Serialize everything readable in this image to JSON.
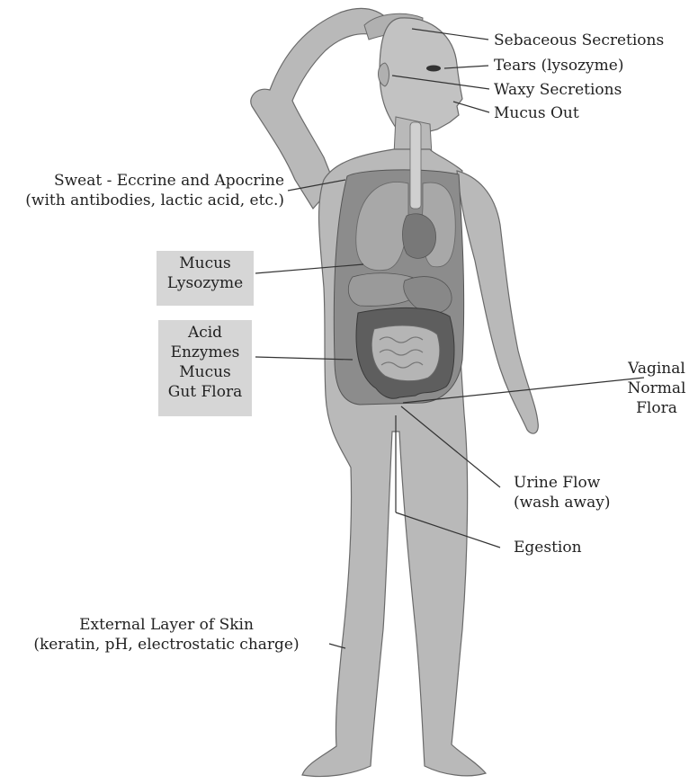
{
  "labels": {
    "sebaceous": "Sebaceous Secretions",
    "tears": "Tears (lysozyme)",
    "waxy": "Waxy Secretions",
    "mucus_out": "Mucus Out",
    "sweat_line1": "Sweat - Eccrine and Apocrine",
    "sweat_line2": "(with antibodies, lactic acid, etc.)",
    "vaginal_line1": "Vaginal",
    "vaginal_line2": "Normal",
    "vaginal_line3": "Flora",
    "urine_line1": "Urine Flow",
    "urine_line2": "(wash away)",
    "egestion": "Egestion",
    "skin_line1": "External Layer of Skin",
    "skin_line2": "(keratin, pH, electrostatic charge)"
  },
  "boxes": {
    "lung_box": [
      "Mucus",
      "Lysozyme"
    ],
    "gut_box": [
      "Acid",
      "Enzymes",
      "Mucus",
      "Gut Flora"
    ]
  },
  "colors": {
    "skin": "#b9b9b9",
    "skin_outline": "#6a6a6a",
    "torso_cavity": "#8c8c8c",
    "organs": "#a8a8a8",
    "intestine_dark": "#5e5e5e",
    "box_fill": "#d6d6d6",
    "leader_line": "#333333"
  }
}
